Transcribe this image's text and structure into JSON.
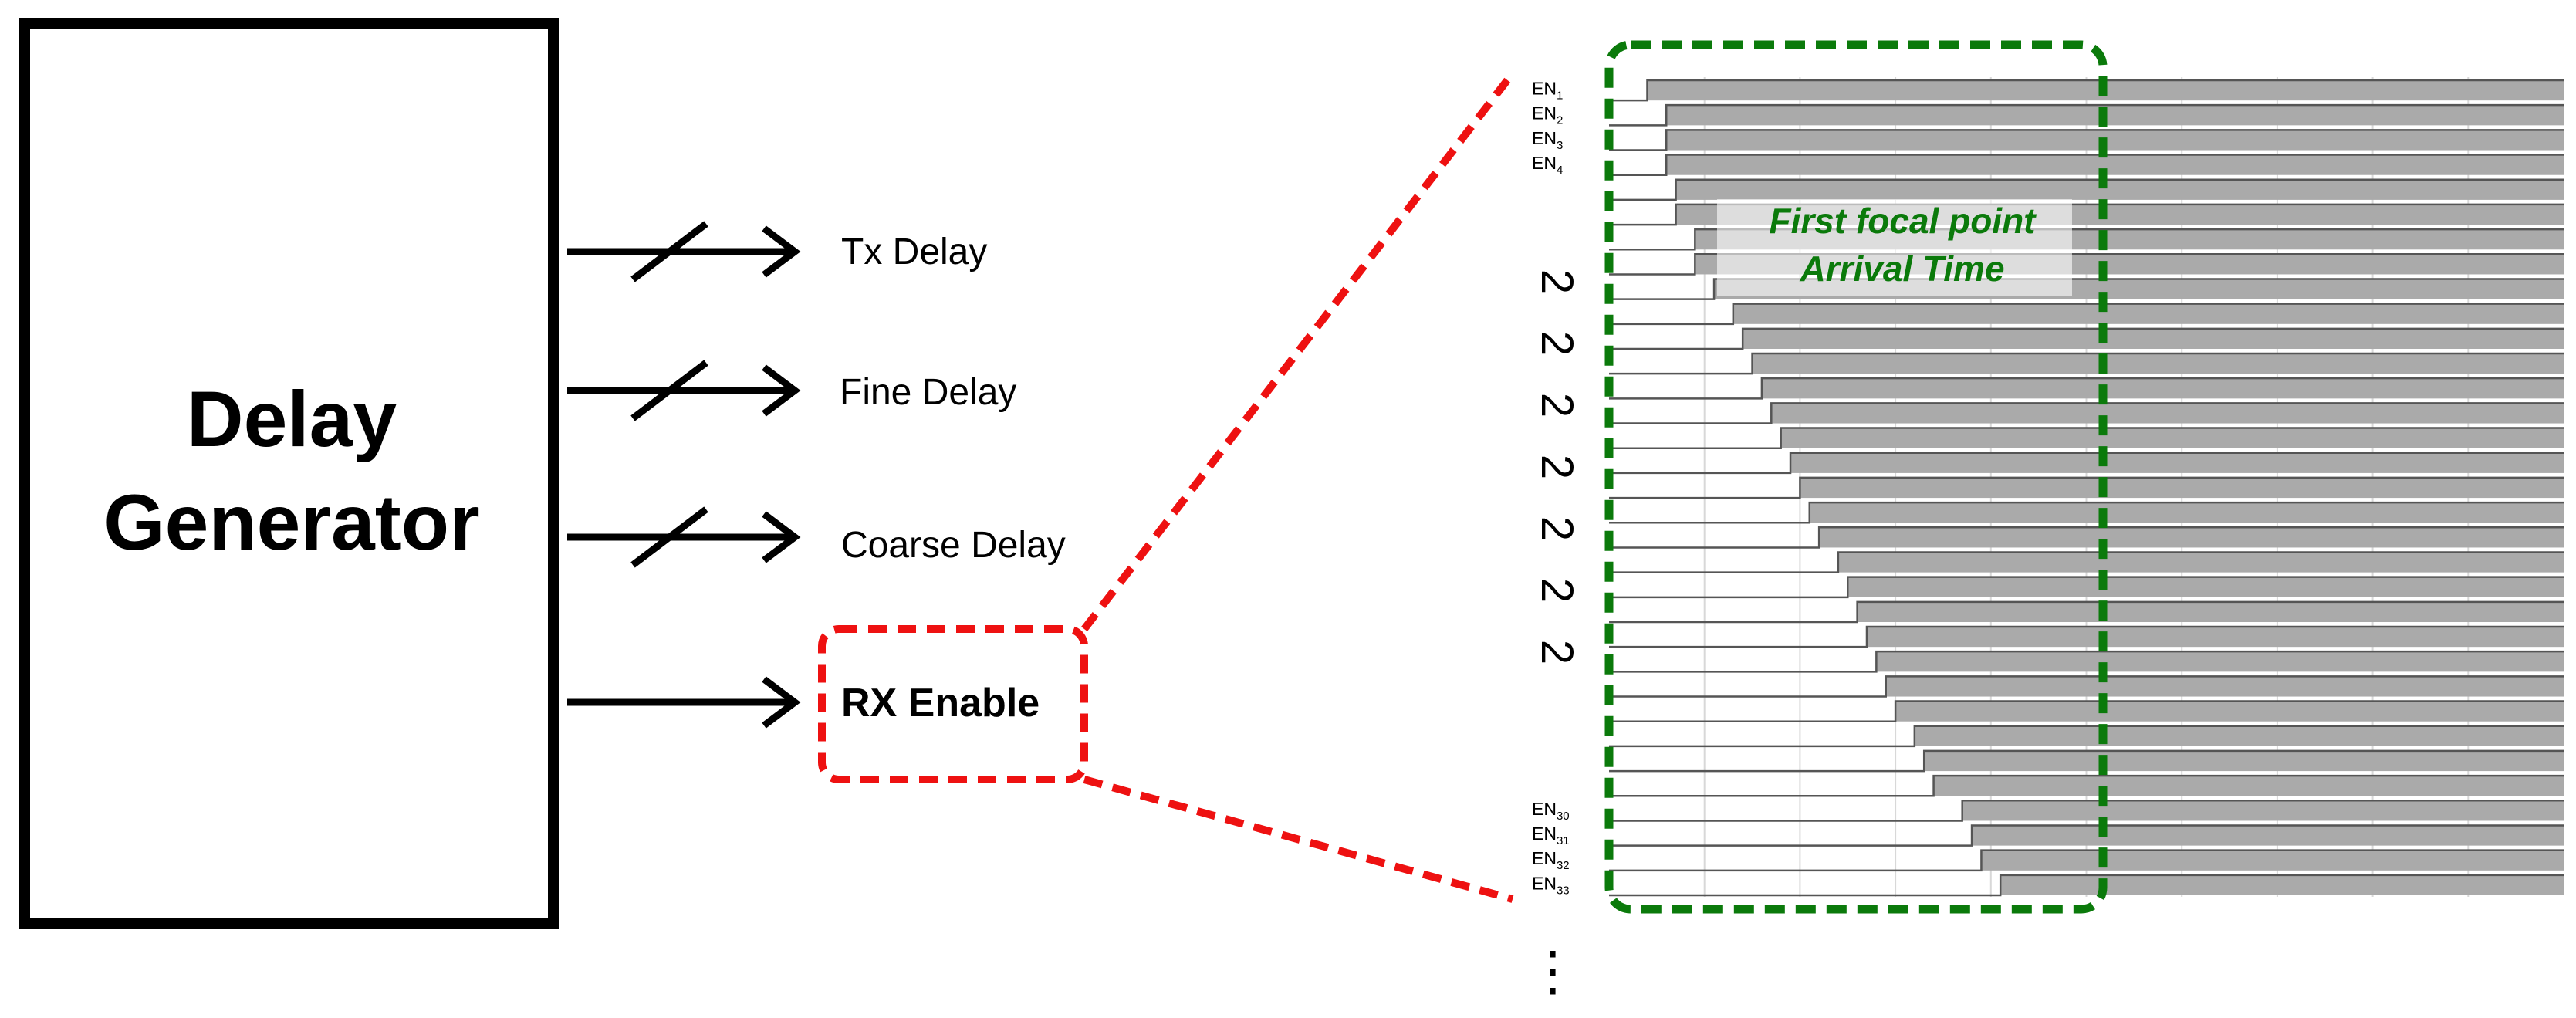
{
  "generator": {
    "line1": "Delay",
    "line2": "Generator"
  },
  "outputs": [
    {
      "label": "Tx Delay",
      "bus": true
    },
    {
      "label": "Fine Delay",
      "bus": true
    },
    {
      "label": "Coarse Delay",
      "bus": true
    },
    {
      "label": "RX Enable",
      "bus": false
    }
  ],
  "timing": {
    "annotation_line1": "First focal point",
    "annotation_line2": "Arrival Time",
    "top_labels": [
      {
        "base": "EN",
        "sub": "1"
      },
      {
        "base": "EN",
        "sub": "2"
      },
      {
        "base": "EN",
        "sub": "3"
      },
      {
        "base": "EN",
        "sub": "4"
      }
    ],
    "bottom_labels": [
      {
        "base": "EN",
        "sub": "30"
      },
      {
        "base": "EN",
        "sub": "31"
      },
      {
        "base": "EN",
        "sub": "32"
      },
      {
        "base": "EN",
        "sub": "33"
      }
    ],
    "squiggle_symbol": "2",
    "ellipsis": "⋮",
    "channel_count": 33,
    "rise_times": [
      0.04,
      0.06,
      0.06,
      0.06,
      0.07,
      0.07,
      0.09,
      0.09,
      0.11,
      0.13,
      0.14,
      0.15,
      0.16,
      0.17,
      0.18,
      0.19,
      0.2,
      0.21,
      0.22,
      0.24,
      0.25,
      0.26,
      0.27,
      0.28,
      0.29,
      0.3,
      0.32,
      0.33,
      0.34,
      0.37,
      0.38,
      0.39,
      0.41
    ],
    "colors": {
      "high_fill": "#aaaaaa",
      "grid": "#d8d8d8",
      "trace": "#555555"
    }
  },
  "highlight_colors": {
    "red": "#ee1111",
    "green": "#0b7a0b"
  }
}
